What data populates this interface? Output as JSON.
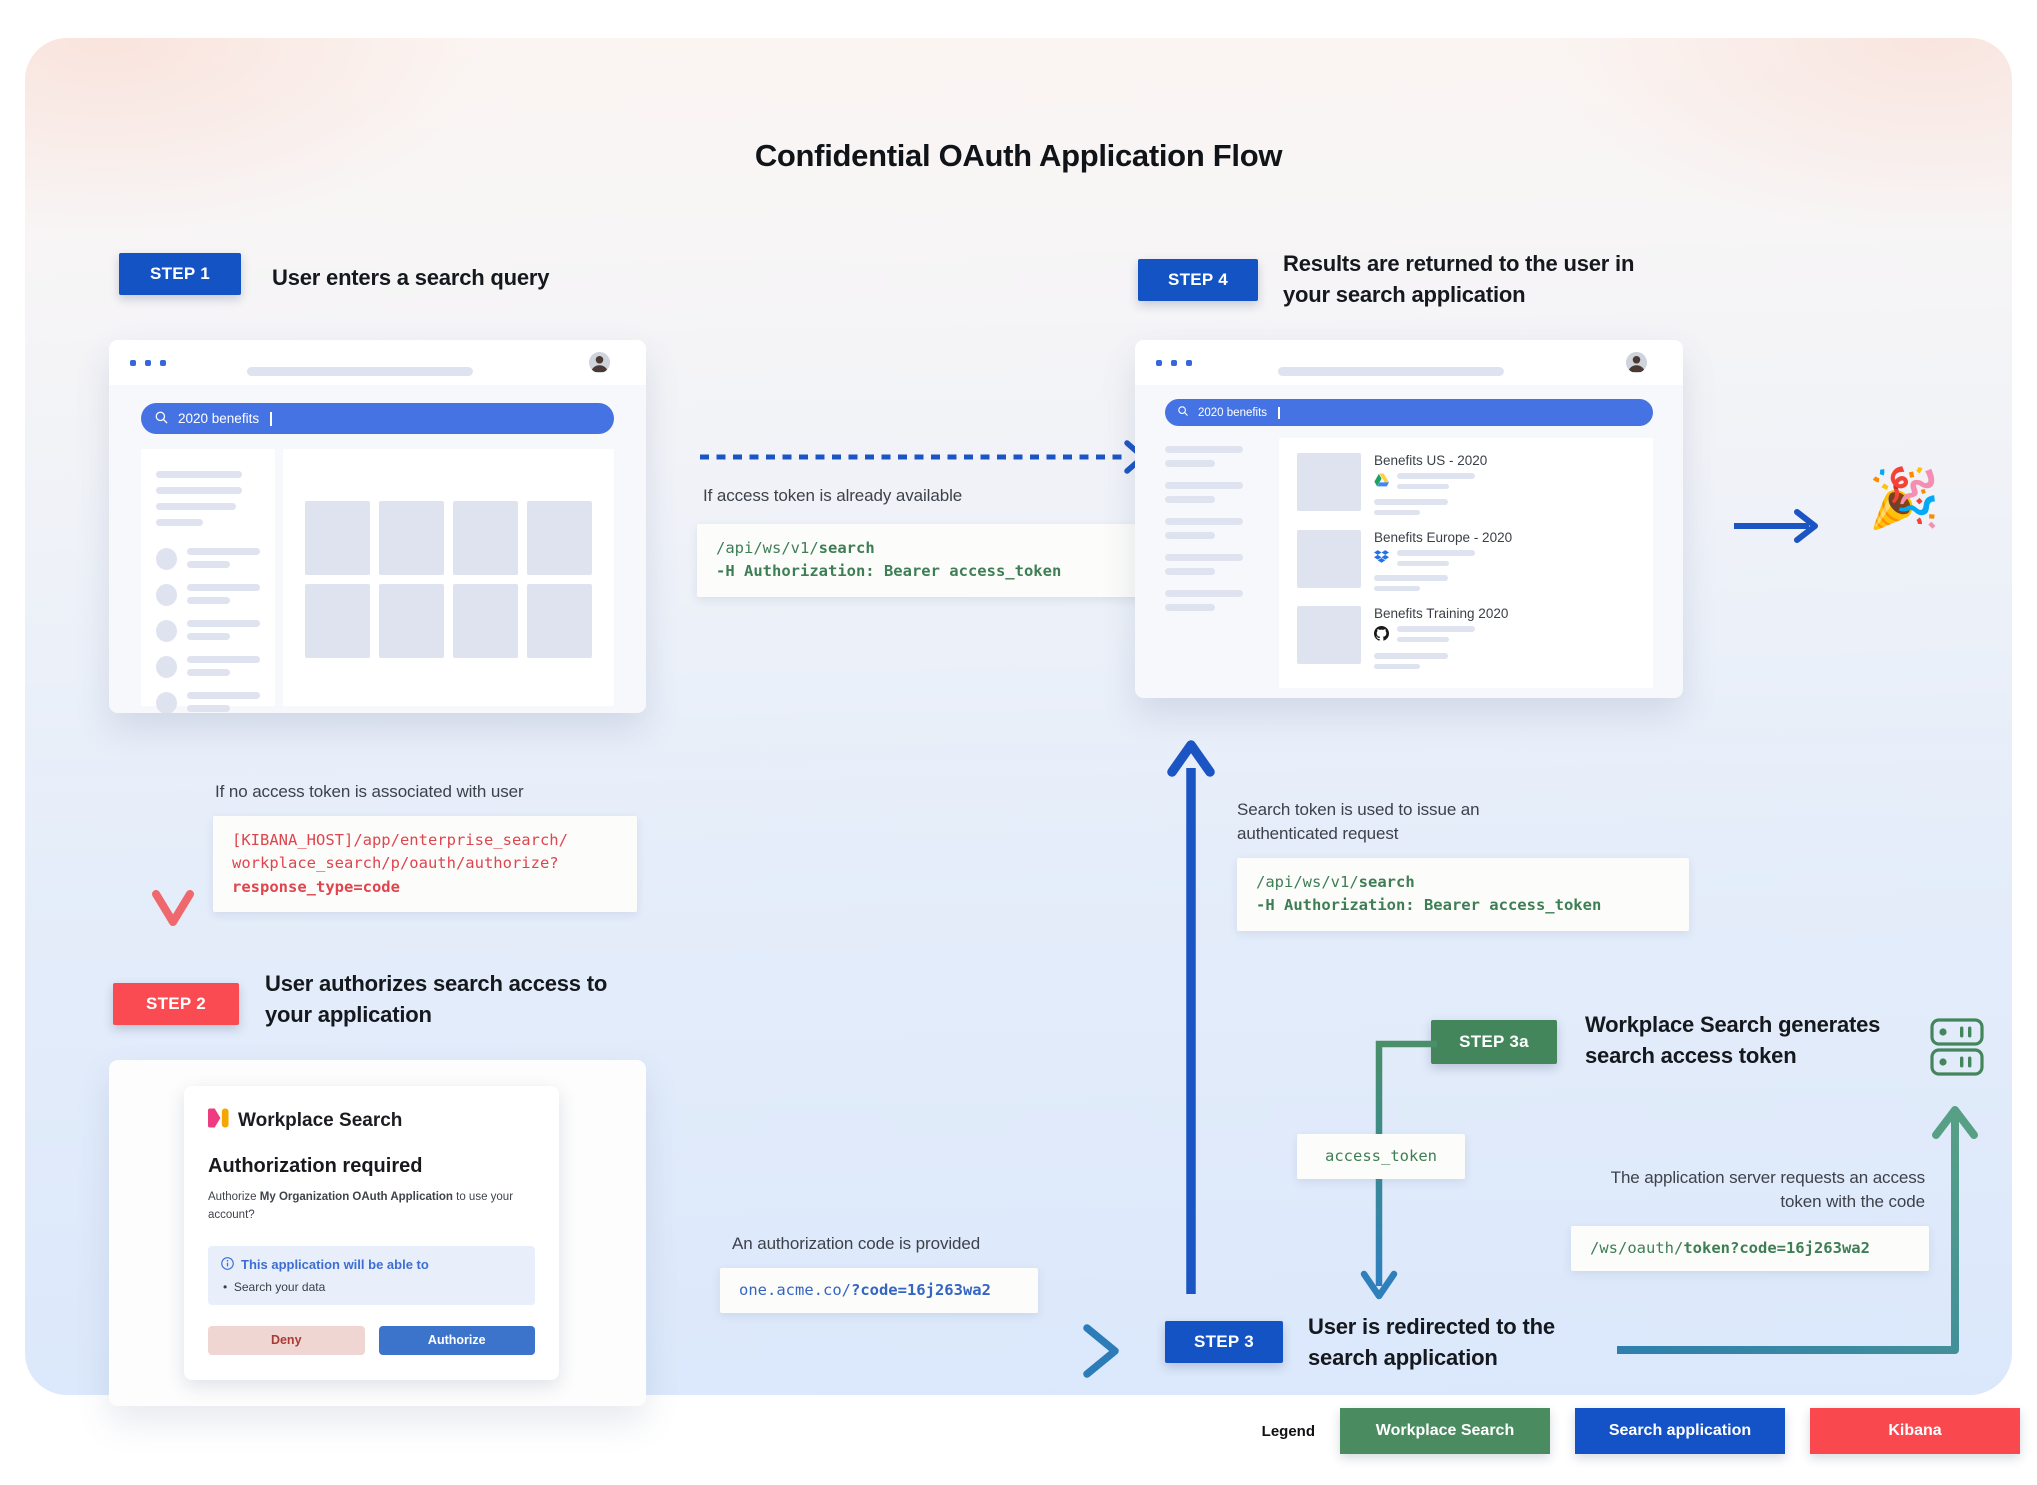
{
  "title": "Confidential OAuth Application Flow",
  "steps": {
    "step1": {
      "badge": "STEP 1",
      "heading": "User enters a search query"
    },
    "step2": {
      "badge": "STEP 2",
      "heading": "User authorizes search access to your application"
    },
    "step3": {
      "badge": "STEP 3",
      "heading": "User is redirected to the search application"
    },
    "step3a": {
      "badge": "STEP 3a",
      "heading": "Workplace Search generates search access token"
    },
    "step4": {
      "badge": "STEP 4",
      "heading": "Results are returned to the user in your search application"
    }
  },
  "browser1": {
    "search_query": "2020 benefits"
  },
  "browser2": {
    "search_query": "2020 benefits",
    "results": [
      {
        "title": "Benefits US - 2020",
        "source_icon": "google-drive-icon"
      },
      {
        "title": "Benefits Europe - 2020",
        "source_icon": "dropbox-icon"
      },
      {
        "title": "Benefits Training 2020",
        "source_icon": "github-icon"
      }
    ]
  },
  "annotations": {
    "token_available": "If access token is already available",
    "no_token": "If no access token is associated with user",
    "search_token": "Search token is used to issue an authenticated request",
    "app_server_request": "The application server requests an access token with the code",
    "auth_code": "An authorization code is provided"
  },
  "code": {
    "search_api": {
      "line1_pre": "/api/ws/v1/",
      "line1_bold": "search",
      "line2_bold": "-H Authorization: Bearer access_token"
    },
    "kibana_authorize": {
      "line1": "[KIBANA_HOST]/app/enterprise_search/",
      "line2": "workplace_search/p/oauth/authorize?",
      "line3_bold": "response_type=code"
    },
    "redirect": {
      "pre": "one.acme.co/",
      "bold": "?code=16j263wa2"
    },
    "token_request": {
      "pre": "/ws/oauth/",
      "bold": "token?code=16j263wa2"
    },
    "access_token": "access_token"
  },
  "dialog": {
    "app_name": "Workplace Search",
    "heading": "Authorization required",
    "body_pre": "Authorize ",
    "body_bold": "My Organization OAuth Application",
    "body_post": " to use your account?",
    "info_title": "This application will be able to",
    "info_bullet": "•",
    "info_item": "Search your data",
    "deny_label": "Deny",
    "authorize_label": "Authorize"
  },
  "legend": {
    "label": "Legend",
    "items": [
      {
        "label": "Workplace Search",
        "color": "#4a8b5f"
      },
      {
        "label": "Search application",
        "color": "#1452c8"
      },
      {
        "label": "Kibana",
        "color": "#f9494f"
      }
    ]
  },
  "celebration_emoji": "🎉",
  "colors": {
    "step_blue": "#1353c4",
    "step_red": "#fa4b52",
    "step_green": "#44865c",
    "arrow_blue": "#1b55c4",
    "code_green": "#3e7e55",
    "code_red": "#e0444d",
    "code_blue": "#3565c3",
    "search_bar_blue": "#4673e3"
  }
}
